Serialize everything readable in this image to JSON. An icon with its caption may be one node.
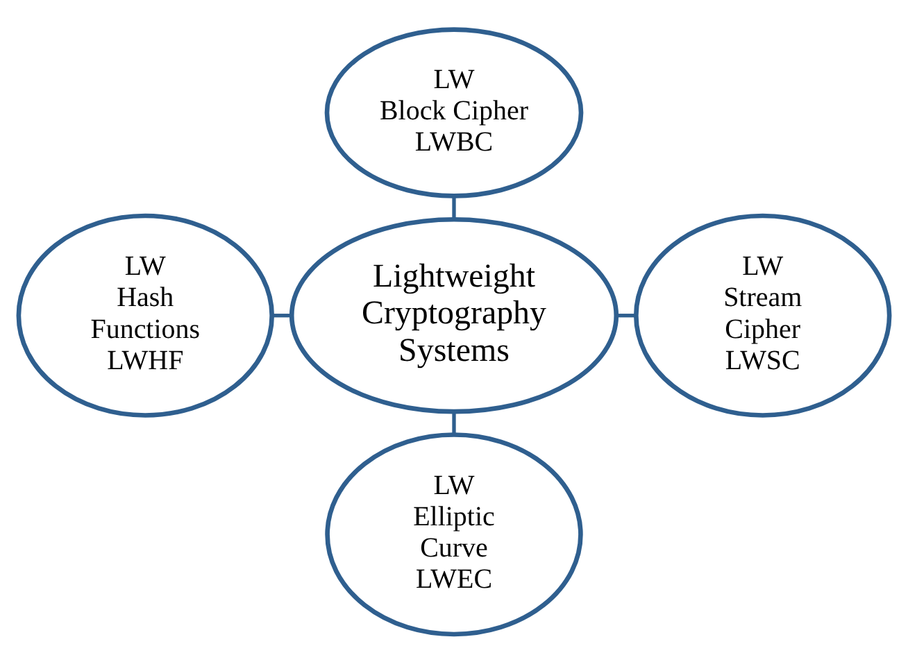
{
  "diagram": {
    "nodes": [
      {
        "text": [
          "LW",
          "Block Cipher",
          "LWBC"
        ]
      },
      {
        "text": [
          "LW",
          "Hash Functions",
          "LWHF"
        ]
      },
      {
        "text": [
          "Lightweight Cryptography Systems"
        ]
      },
      {
        "text": [
          "LW",
          "Stream Cipher",
          "LWSC"
        ]
      },
      {
        "text": [
          "LW",
          "Elliptic Curve",
          "LWEC"
        ]
      }
    ],
    "edges": [
      {
        "from": 0,
        "to": 2,
        "arrow": "none"
      },
      {
        "from": 1,
        "to": 2,
        "arrow": "none"
      },
      {
        "from": 2,
        "to": 3,
        "arrow": "none"
      },
      {
        "from": 2,
        "to": 4,
        "arrow": "none"
      }
    ]
  }
}
